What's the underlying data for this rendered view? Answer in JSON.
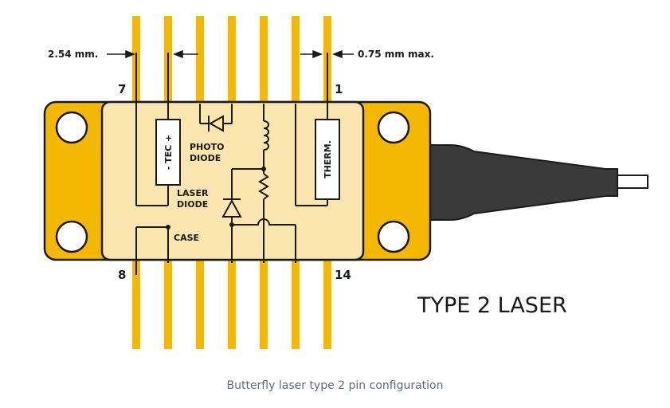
{
  "dimensions": {
    "pitch": "2.54 mm.",
    "width_max": "0.75 mm max."
  },
  "pins": {
    "top_left": "7",
    "top_right": "1",
    "bottom_left": "8",
    "bottom_right": "14"
  },
  "components": {
    "tec": "- TEC +",
    "photo_diode_line1": "PHOTO",
    "photo_diode_line2": "DIODE",
    "laser_diode_line1": "LASER",
    "laser_diode_line2": "DIODE",
    "case": "CASE",
    "thermistor": "THERM."
  },
  "title": "TYPE 2 LASER",
  "caption": "Butterfly laser type 2 pin configuration",
  "colors": {
    "pin": "#f5b800",
    "flange": "#f5b800",
    "body": "#fbe6b0",
    "fiber_boot": "#3a3a3a",
    "outline": "#1a1a1a",
    "caption": "#5f6b7a"
  }
}
